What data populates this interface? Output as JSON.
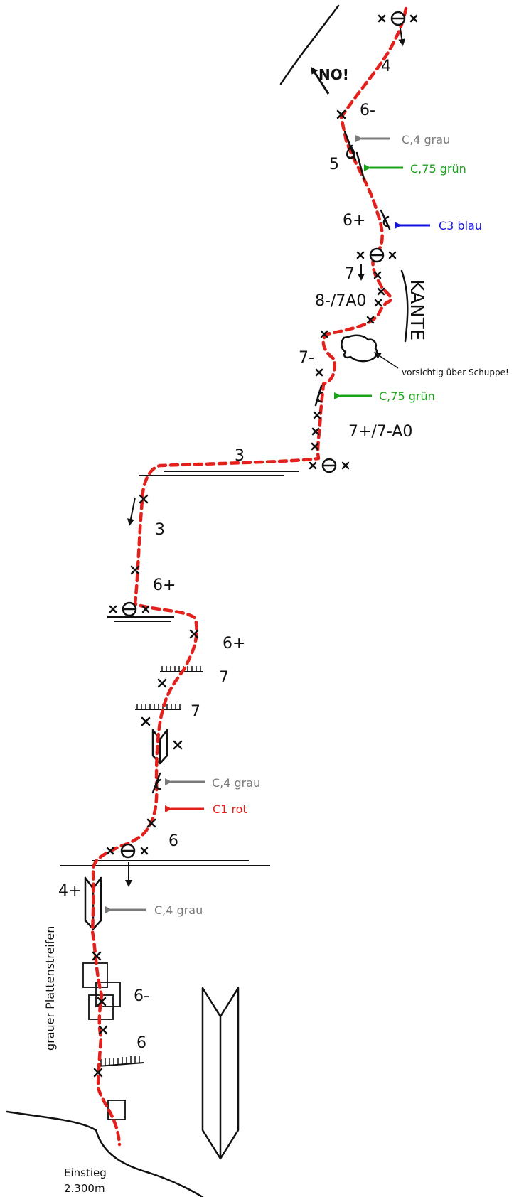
{
  "grades": {
    "g4_top": "4",
    "g6m_upper": "6-",
    "g5": "5",
    "g6p_upper": "6+",
    "g7_top": "7",
    "g8_7a0": "8-/7A0",
    "g7m": "7-",
    "g7p_a0": "7+/7-A0",
    "g3_traverse": "3",
    "g3_lower": "3",
    "g6p_mid": "6+",
    "g6p_mid2": "6+",
    "g7_a": "7",
    "g7_b": "7",
    "g6_belay": "6",
    "g4p": "4+",
    "g6m_lower": "6-",
    "g6_lower": "6"
  },
  "gear": {
    "c4_grau_top": "C,4 grau",
    "c75_gruen_top": "C,75 grün",
    "c3_blau": "C3 blau",
    "c75_gruen_mid": "C,75 grün",
    "c4_grau_mid": "C,4 grau",
    "c1_rot": "C1 rot",
    "c4_grau_low": "C,4 grau"
  },
  "notes": {
    "no_label": "NO!",
    "kante": "KANTE",
    "schuppe": "vorsichtig über Schuppe!",
    "plattenstreifen": "grauer Plattenstreifen",
    "einstieg": "Einstieg",
    "altitude": "2.300m"
  },
  "colors": {
    "route": "#e3201b",
    "grau": "#7a7a7a",
    "gruen": "#19a319",
    "blau": "#1414e0",
    "rot": "#e3201b",
    "ink": "#111111"
  }
}
